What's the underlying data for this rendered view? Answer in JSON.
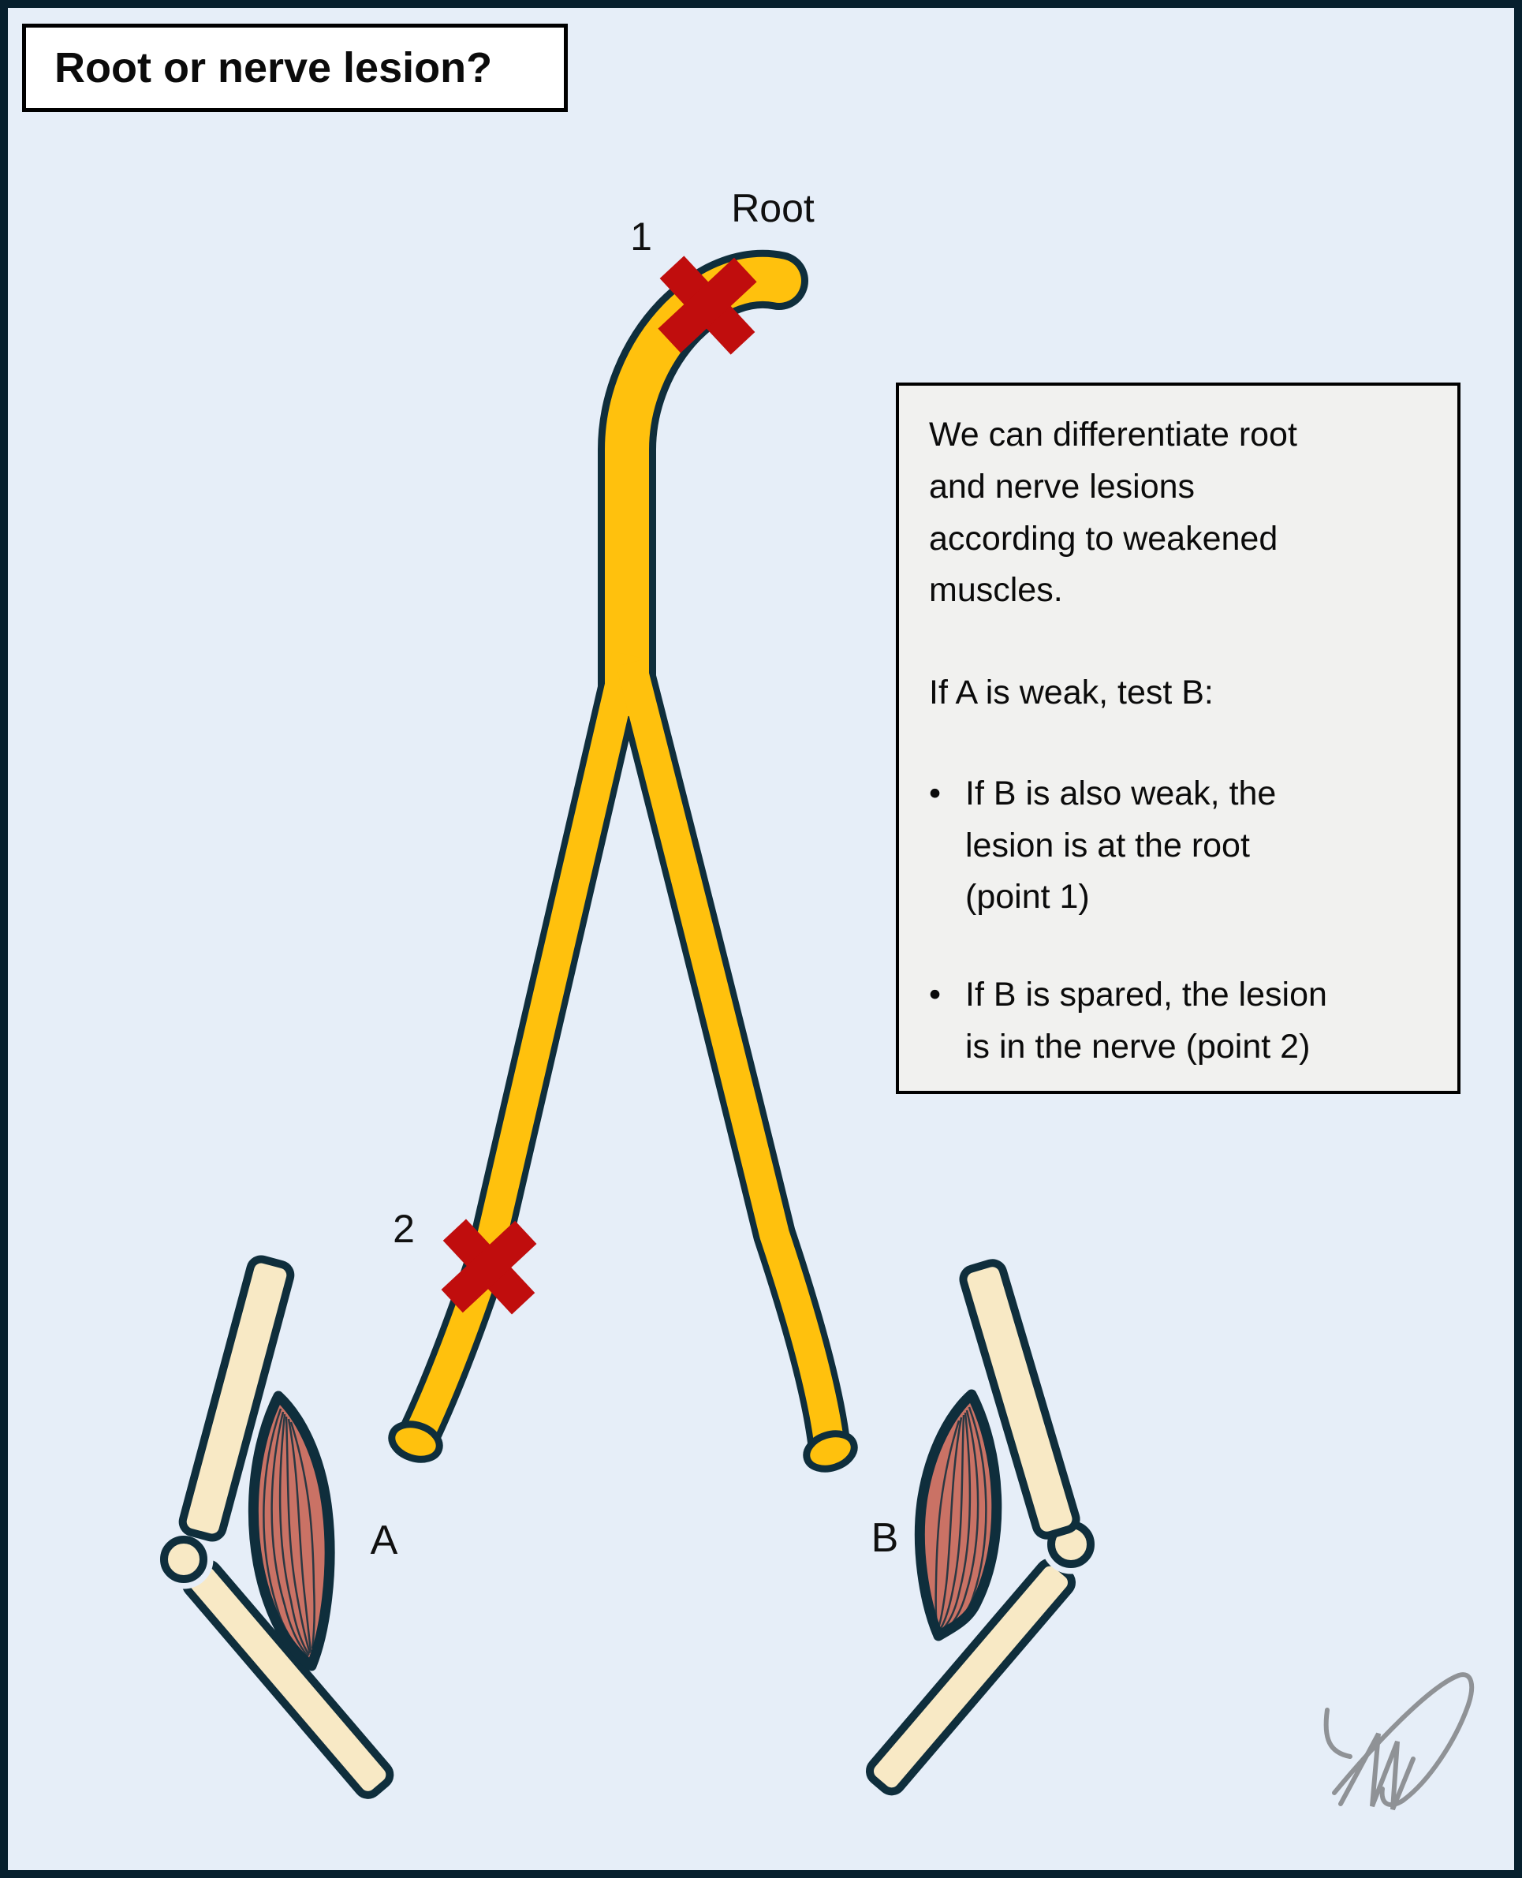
{
  "title": "Root or nerve lesion?",
  "labels": {
    "root": "Root",
    "point1": "1",
    "point2": "2",
    "muscleA": "A",
    "muscleB": "B"
  },
  "info_box": {
    "paragraph1": "We can differentiate root\nand nerve lesions\naccording to weakened\nmuscles.",
    "paragraph2": "If A is weak, test B:",
    "bullet_char": "•",
    "bullets": [
      {
        "text": "If B is also weak, the\nlesion is at the root\n(point 1)"
      },
      {
        "text": "If B is spared, the lesion\nis in the nerve (point 2)"
      }
    ]
  },
  "icons": {
    "lesion_marks": [
      "lesion-x-root-icon",
      "lesion-x-nerve-icon"
    ],
    "signature": "signature-scribble-icon"
  },
  "colors": {
    "background": "#e6eef8",
    "frame": "#07202e",
    "nerve_yellow": "#ffc10d",
    "outline_dark": "#0f2e3c",
    "lesion_red": "#c00d0d",
    "bone_fill": "#f8e9c5",
    "muscle_fill": "#ca7265",
    "info_box_bg": "#f1f1ef",
    "box_border": "#000000",
    "text_color": "#0b0b0b",
    "signature_gray": "#8f9296"
  }
}
